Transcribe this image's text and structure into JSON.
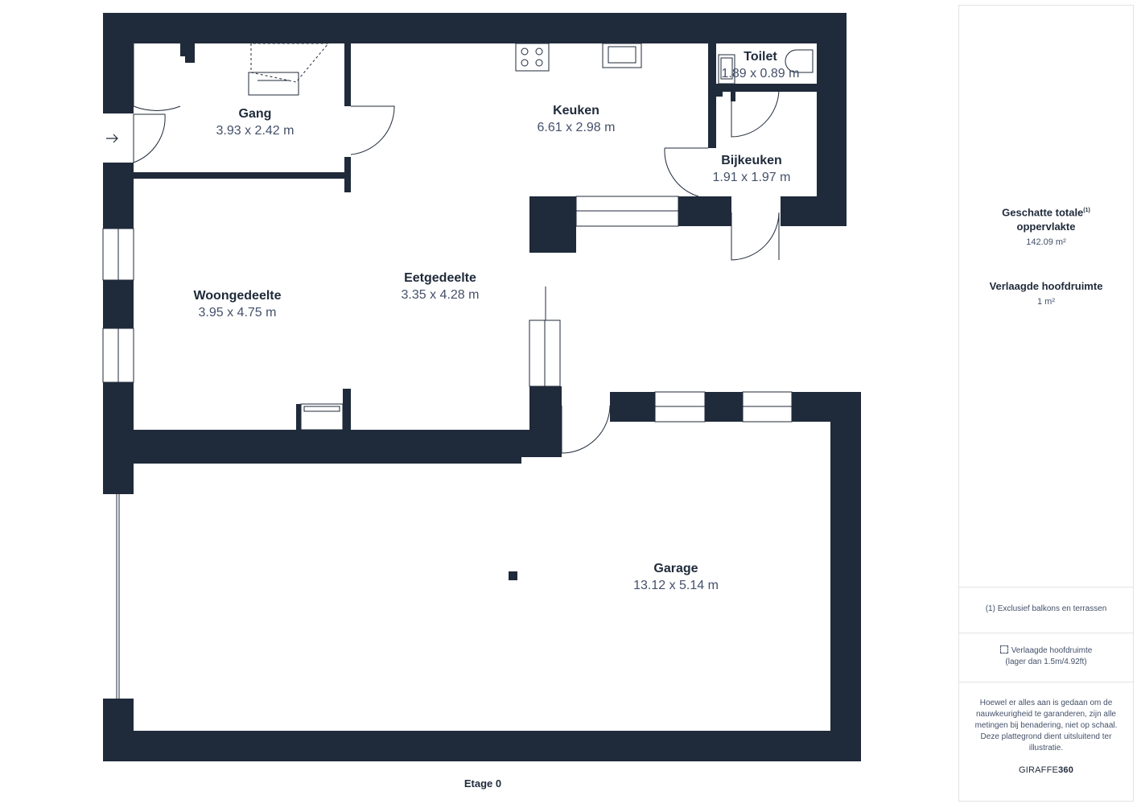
{
  "floor": {
    "label": "Etage 0"
  },
  "rooms": [
    {
      "key": "gang",
      "name": "Gang",
      "dim": "3.93 x 2.42 m"
    },
    {
      "key": "keuken",
      "name": "Keuken",
      "dim": "6.61 x 2.98 m"
    },
    {
      "key": "toilet",
      "name": "Toilet",
      "dim": "1.89 x 0.89 m"
    },
    {
      "key": "bijkeuken",
      "name": "Bijkeuken",
      "dim": "1.91 x 1.97 m"
    },
    {
      "key": "woongedeelte",
      "name": "Woongedeelte",
      "dim": "3.95 x 4.75 m"
    },
    {
      "key": "eetgedeelte",
      "name": "Eetgedeelte",
      "dim": "3.35 x 4.28 m"
    },
    {
      "key": "garage",
      "name": "Garage",
      "dim": "13.12 x 5.14 m"
    }
  ],
  "sidebar": {
    "total_area_title": "Geschatte totale",
    "total_area_title2": "oppervlakte",
    "total_area_sup": "(1)",
    "total_area_value": "142.09 m²",
    "reduced_title": "Verlaagde hoofdruimte",
    "reduced_value": "1 m²",
    "footnote": "(1) Exclusief balkons en terrassen",
    "legend_line1": "Verlaagde hoofdruimte",
    "legend_line2": "(lager dan 1.5m/4.92ft)",
    "disclaimer": "Hoewel er alles aan is gedaan om de nauwkeurigheid te garanderen, zijn alle metingen bij benadering, niet op schaal. Deze plattegrond dient uitsluitend ter illustratie.",
    "brand_light": "GIRAFFE",
    "brand_bold": "360"
  },
  "colors": {
    "wall": "#1f2a3a",
    "text": "#1f2a3a",
    "muted": "#44506a"
  }
}
